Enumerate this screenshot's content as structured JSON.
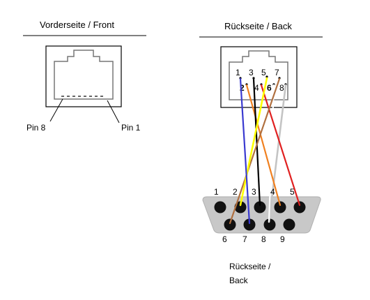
{
  "front": {
    "title": "Vorderseite / Front",
    "pin_left": "Pin 8",
    "pin_right": "Pin 1"
  },
  "back": {
    "title": "Rückseite / Back",
    "rj45_pins_top": [
      "1",
      "3",
      "5",
      "7"
    ],
    "rj45_pins_bottom": [
      "2",
      "4",
      "6",
      "8"
    ]
  },
  "db9": {
    "pins_top": [
      "1",
      "2",
      "3",
      "4",
      "5"
    ],
    "pins_bottom": [
      "6",
      "7",
      "8",
      "9"
    ],
    "caption_line1": "Rückseite /",
    "caption_line2": "Back"
  },
  "wires": [
    {
      "from_rj45": "1",
      "to_db9": "7",
      "color": "#3a3ad0"
    },
    {
      "from_rj45": "2",
      "to_db9": "4",
      "color": "#f08020"
    },
    {
      "from_rj45": "3",
      "to_db9": "3",
      "color": "#000000"
    },
    {
      "from_rj45": "4",
      "to_db9": "5",
      "color": "#e02020"
    },
    {
      "from_rj45": "5",
      "to_db9": "2",
      "color": "#ffff00"
    },
    {
      "from_rj45": "6",
      "to_db9": "8",
      "color": "#ffffff"
    },
    {
      "from_rj45": "7",
      "to_db9": "6",
      "color": "#b07040"
    },
    {
      "from_rj45": "8",
      "to_db9": "",
      "color": "#c8c8c8"
    }
  ]
}
